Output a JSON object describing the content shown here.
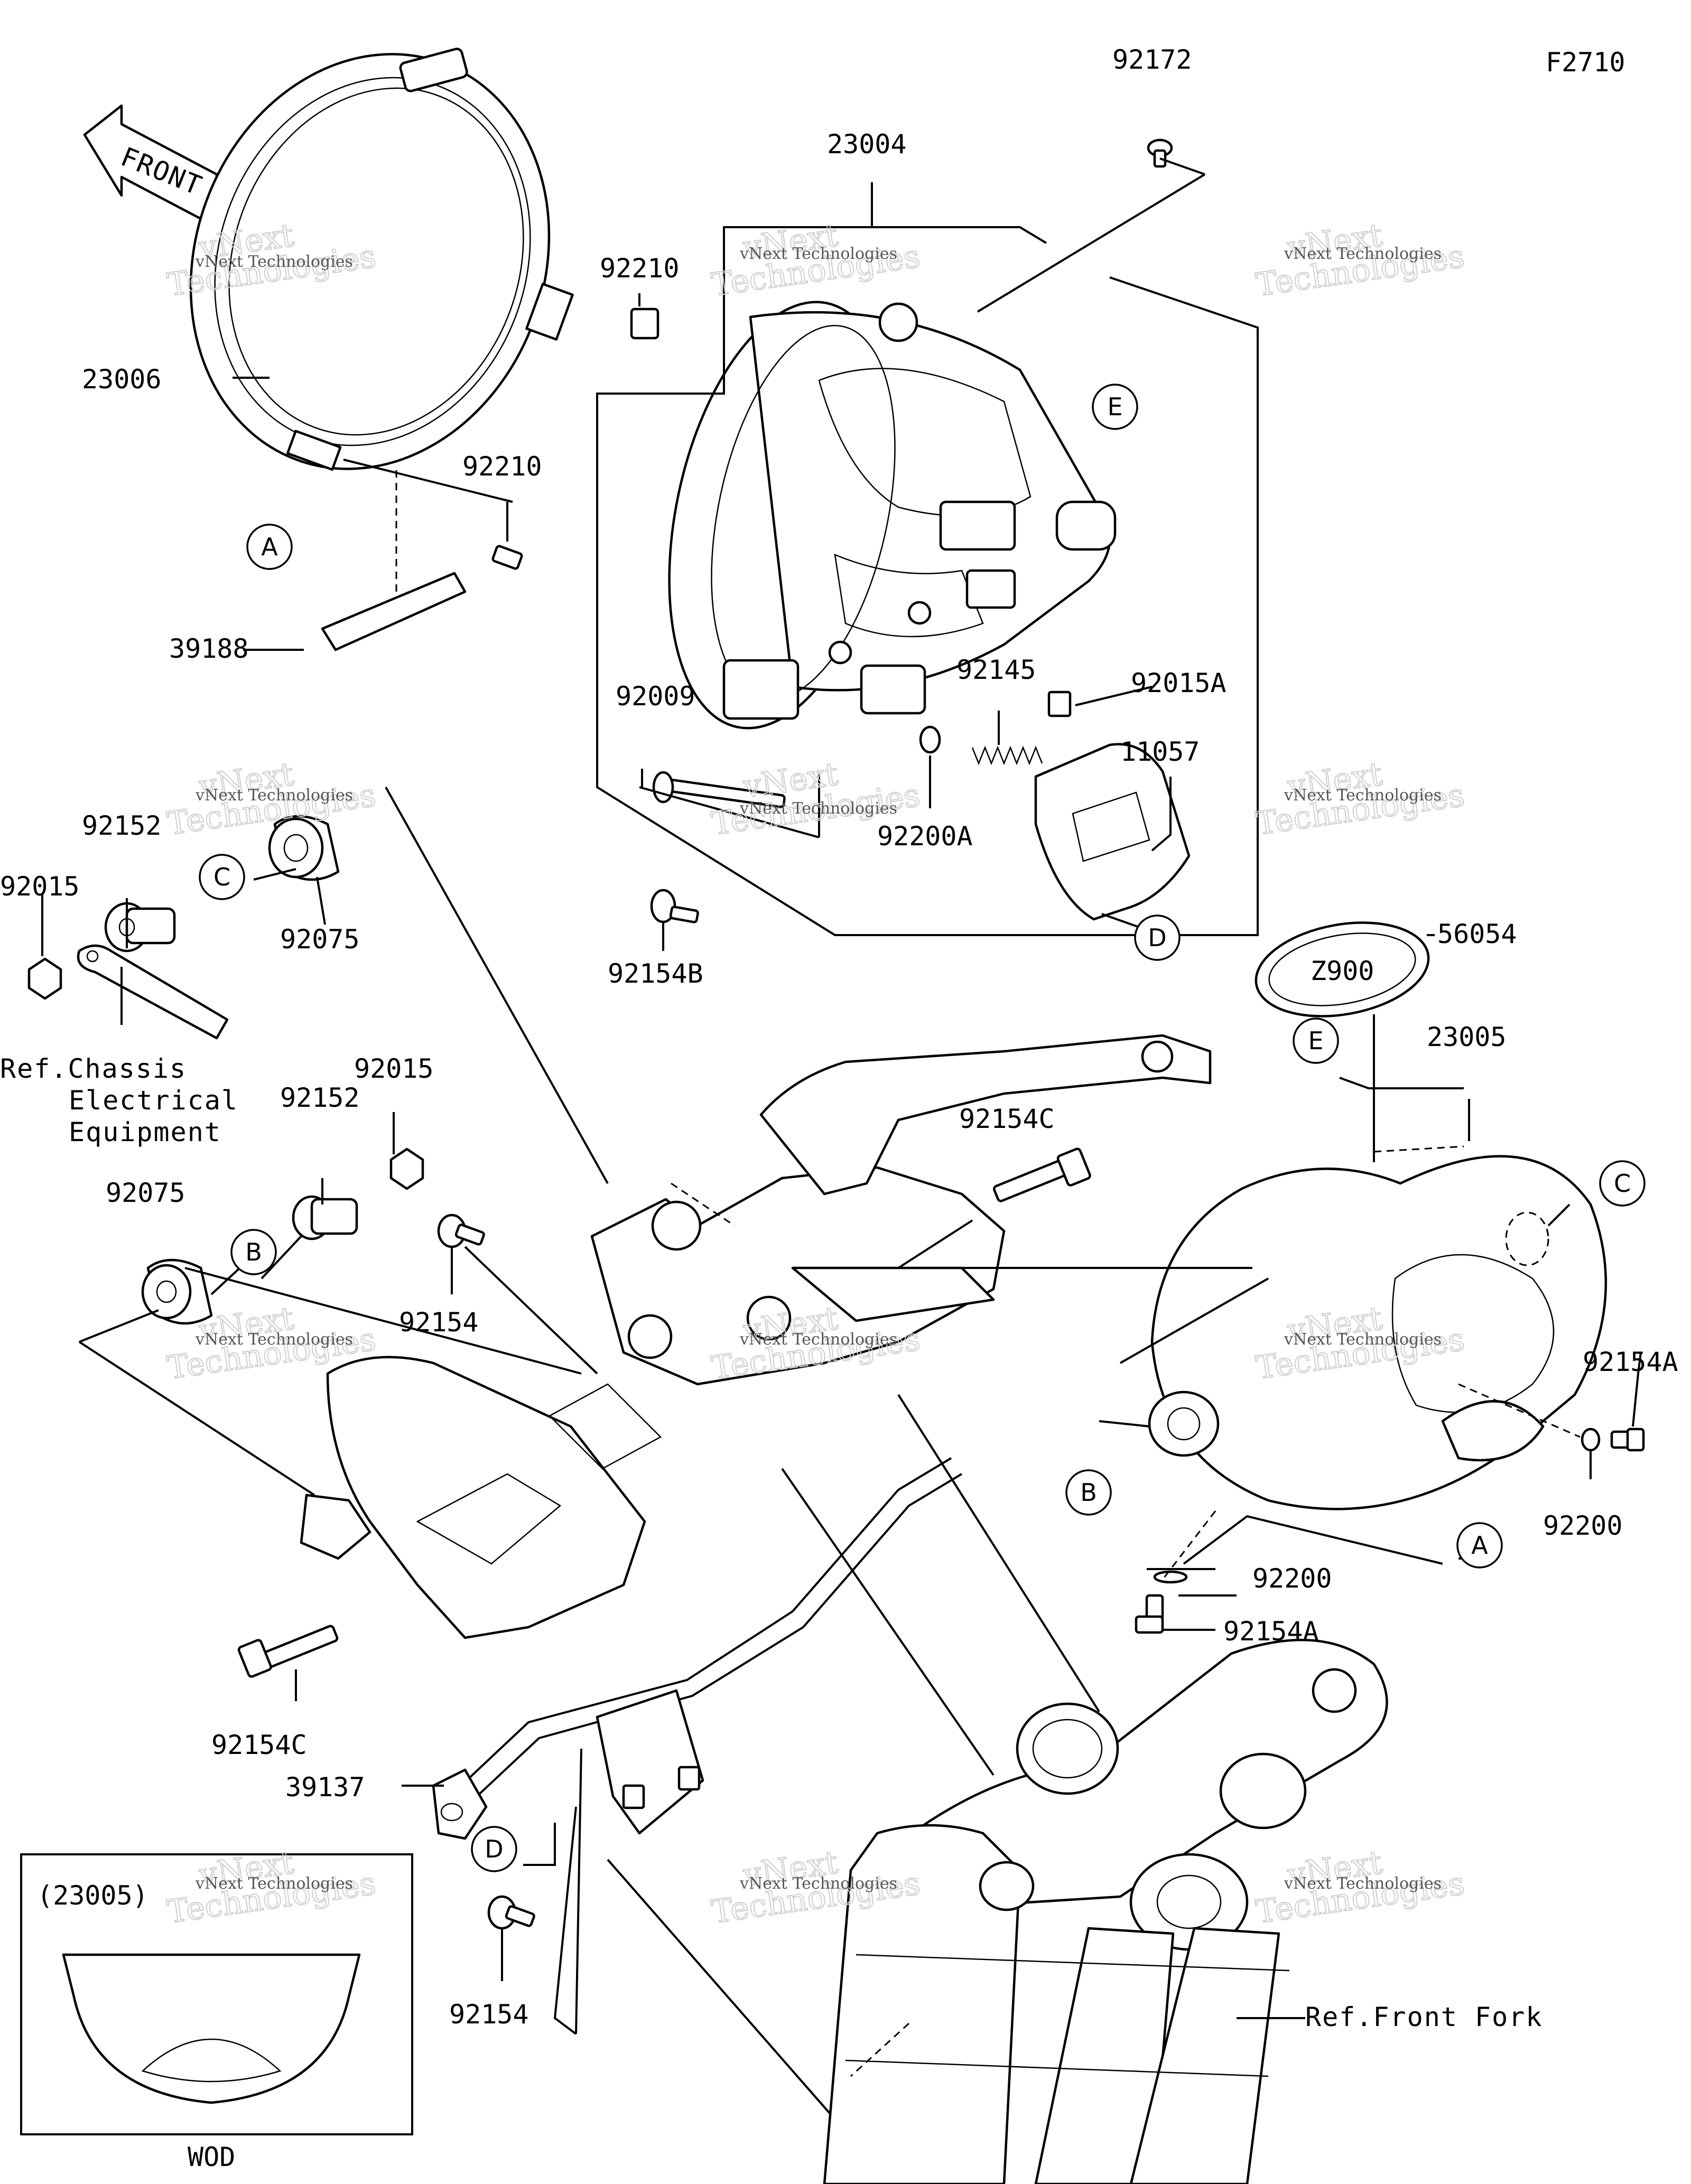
{
  "figure_code": "F2710",
  "part_labels": {
    "p92172": "92172",
    "p23004": "23004",
    "p92210a": "92210",
    "p92210b": "92210",
    "p23006": "23006",
    "p39188": "39188",
    "p92009": "92009",
    "p92145": "92145",
    "p92015A": "92015A",
    "p11057": "11057",
    "p92200A": "92200A",
    "p92154B": "92154B",
    "p92152a": "92152",
    "p92015a": "92015",
    "p92075a": "92075",
    "p56054": "56054",
    "p23005": "23005",
    "p92015b": "92015",
    "p92152b": "92152",
    "p92075b": "92075",
    "p92154C_a": "92154C",
    "p92154a": "92154",
    "p92154A_a": "92154A",
    "p92200a": "92200",
    "p92200b": "92200",
    "p92154A_b": "92154A",
    "p92154C_b": "92154C",
    "p39137": "39137",
    "p92154b": "92154"
  },
  "callouts": {
    "A1": "A",
    "A2": "A",
    "B1": "B",
    "B2": "B",
    "C1": "C",
    "C2": "C",
    "D1": "D",
    "D2": "D",
    "E1": "E",
    "E2": "E"
  },
  "references": {
    "chassis_1": "Ref.Chassis",
    "chassis_2": "Electrical",
    "chassis_3": "Equipment",
    "front_fork": "Ref.Front Fork"
  },
  "front_arrow": "FRONT",
  "inset": {
    "part": "(23005)",
    "code": "WOD"
  },
  "logo_text": "Z900",
  "watermark": {
    "line1": "vNext Technologies",
    "line2": "vNext",
    "line3": "Technologies"
  }
}
